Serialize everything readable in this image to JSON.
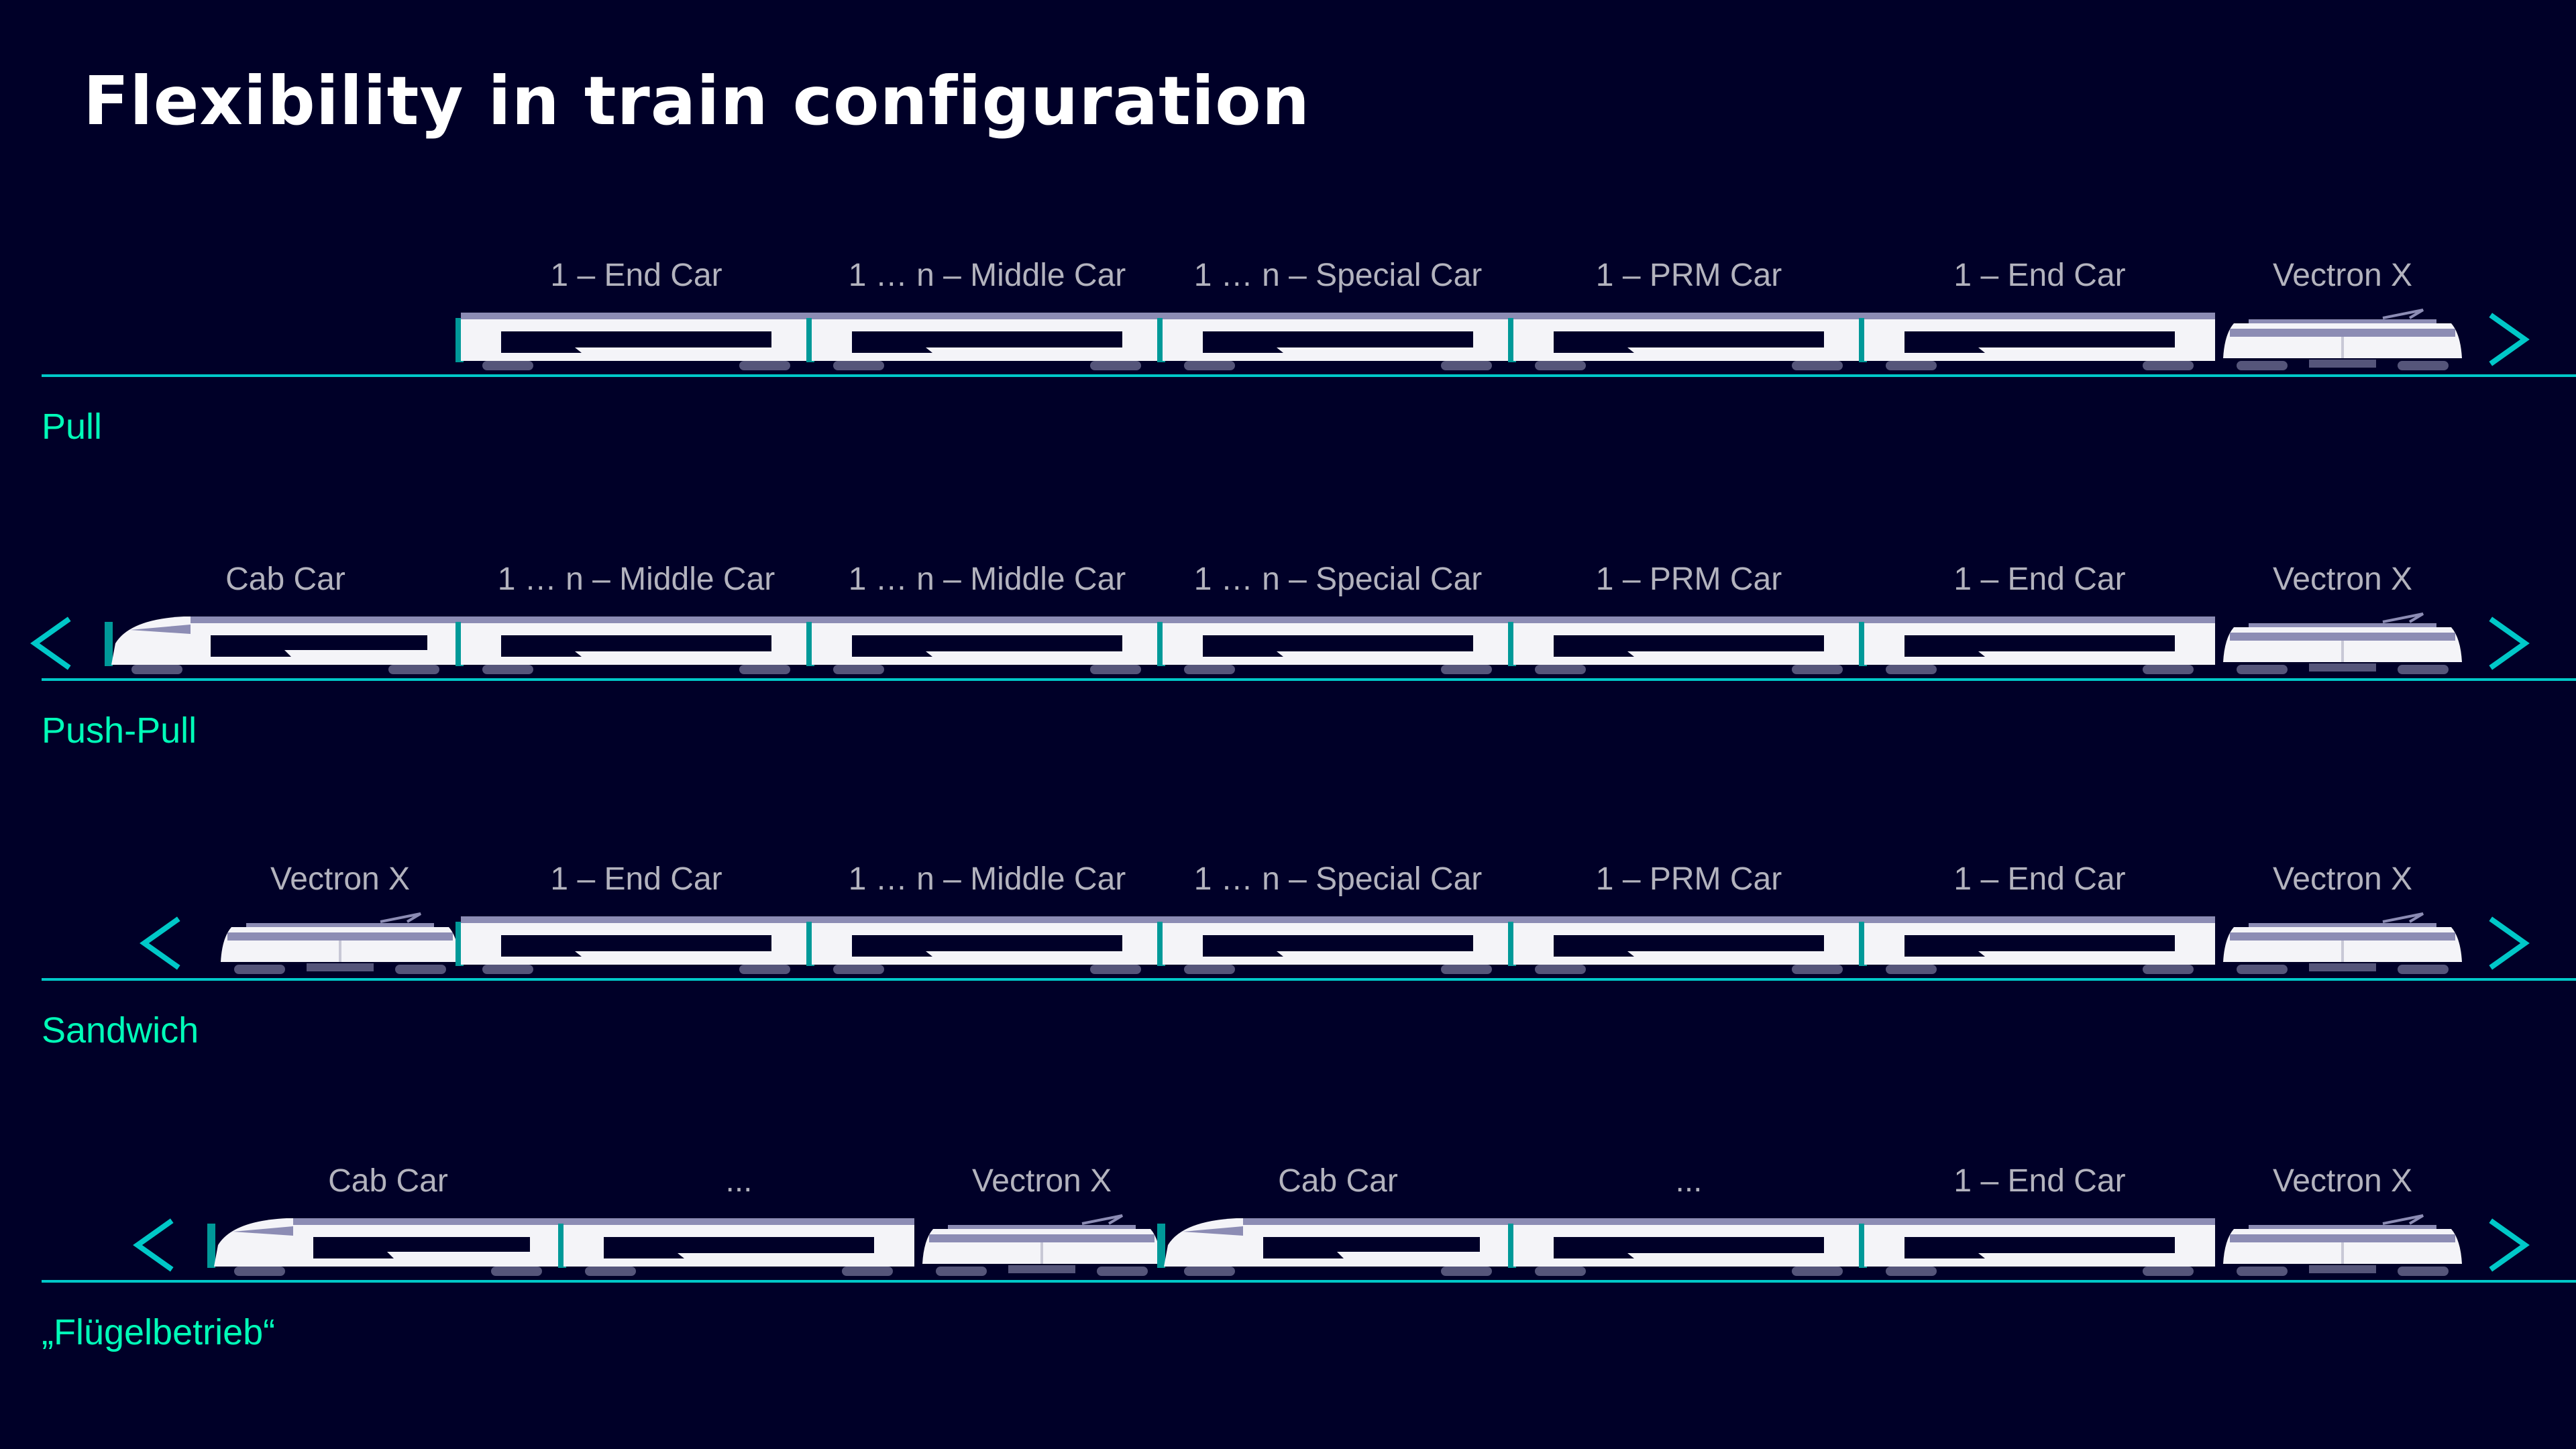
{
  "title": "Flexibility in train configuration",
  "colors": {
    "background": "#000028",
    "accent": "#00c8c8",
    "label_text": "#b3b3be",
    "title_text": "#ffffff",
    "car_body": "#f4f4f8",
    "window_band": "#000028",
    "roof_stripe": "#8c8cb4",
    "bogie": "#55557a",
    "coupling": "#009999"
  },
  "arrow_left_icon": "chevron-left-icon",
  "arrow_right_icon": "chevron-right-icon",
  "rows": [
    {
      "mode": "Pull",
      "arrow_left": false,
      "arrow_right": true,
      "units": [
        {
          "type": "end",
          "label": "1 – End Car"
        },
        {
          "type": "car",
          "label": "1 … n – Middle Car"
        },
        {
          "type": "car",
          "label": "1 … n – Special Car"
        },
        {
          "type": "car",
          "label": "1 – PRM Car"
        },
        {
          "type": "end",
          "label": "1 – End Car"
        },
        {
          "type": "loco",
          "label": "Vectron X"
        }
      ]
    },
    {
      "mode": "Push-Pull",
      "arrow_left": true,
      "arrow_right": true,
      "units": [
        {
          "type": "cab",
          "label": "Cab Car"
        },
        {
          "type": "car",
          "label": "1 … n – Middle Car"
        },
        {
          "type": "car",
          "label": "1 … n – Middle Car"
        },
        {
          "type": "car",
          "label": "1 … n – Special Car"
        },
        {
          "type": "car",
          "label": "1 – PRM Car"
        },
        {
          "type": "end",
          "label": "1 – End Car"
        },
        {
          "type": "loco",
          "label": "Vectron X"
        }
      ]
    },
    {
      "mode": "Sandwich",
      "arrow_left": true,
      "arrow_right": true,
      "units": [
        {
          "type": "loco",
          "label": "Vectron X"
        },
        {
          "type": "end",
          "label": "1 – End Car"
        },
        {
          "type": "car",
          "label": "1 … n – Middle Car"
        },
        {
          "type": "car",
          "label": "1 … n – Special Car"
        },
        {
          "type": "car",
          "label": "1 – PRM Car"
        },
        {
          "type": "end",
          "label": "1 – End Car"
        },
        {
          "type": "loco",
          "label": "Vectron X"
        }
      ]
    },
    {
      "mode": "„Flügelbetrieb“",
      "arrow_left": true,
      "arrow_right": true,
      "units": [
        {
          "type": "cab",
          "label": "Cab Car"
        },
        {
          "type": "car",
          "label": "..."
        },
        {
          "type": "loco",
          "label": "Vectron X"
        },
        {
          "type": "cab",
          "label": "Cab Car"
        },
        {
          "type": "car",
          "label": "..."
        },
        {
          "type": "end",
          "label": "1 – End Car"
        },
        {
          "type": "loco",
          "label": "Vectron X"
        }
      ]
    }
  ]
}
